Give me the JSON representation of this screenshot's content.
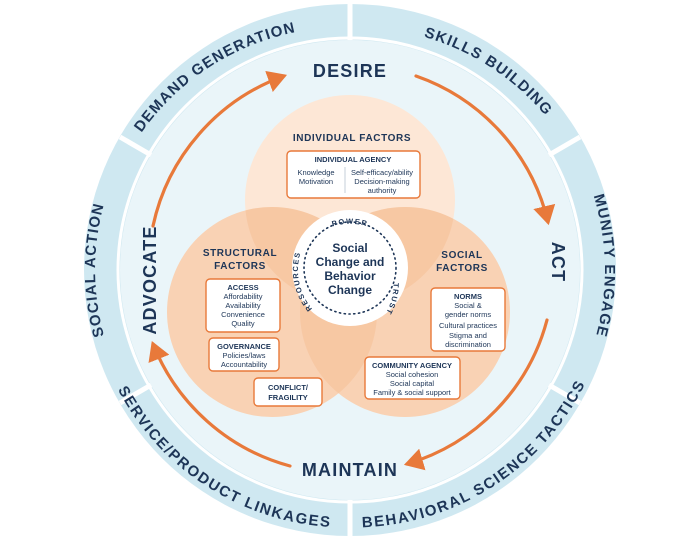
{
  "outer_ring": {
    "segments": [
      "DEMAND GENERATION",
      "SKILLS BUILDING",
      "COMMUNITY ENGAGEMENT",
      "BEHAVIORAL SCIENCE TACTICS",
      "SERVICE/PRODUCT LINKAGES",
      "SOCIAL ACTION"
    ]
  },
  "cycle": {
    "desire": "DESIRE",
    "act": "ACT",
    "maintain": "MAINTAIN",
    "advocate": "ADVOCATE"
  },
  "individual": {
    "title": "INDIVIDUAL FACTORS",
    "agency_title": "INDIVIDUAL AGENCY",
    "left_lines": [
      "Knowledge",
      "Motivation"
    ],
    "right_lines": [
      "Self-efficacy/ability",
      "Decision-making",
      "authority"
    ]
  },
  "structural": {
    "title_lines": [
      "STRUCTURAL",
      "FACTORS"
    ],
    "access_title": "ACCESS",
    "access_lines": [
      "Affordability",
      "Availability",
      "Convenience",
      "Quality"
    ],
    "governance_title": "GOVERNANCE",
    "governance_lines": [
      "Policies/laws",
      "Accountability"
    ],
    "conflict_lines": [
      "CONFLICT/",
      "FRAGILITY"
    ]
  },
  "social": {
    "title_lines": [
      "SOCIAL",
      "FACTORS"
    ],
    "norms_title": "NORMS",
    "norms_lines": [
      "Social &",
      "gender norms",
      "Cultural practices",
      "Stigma and",
      "discrimination"
    ],
    "community_title": "COMMUNITY AGENCY",
    "community_lines": [
      "Social cohesion",
      "Social capital",
      "Family & social support"
    ]
  },
  "center": {
    "title_lines": [
      "Social",
      "Change and",
      "Behavior",
      "Change"
    ],
    "power": "POWER",
    "trust": "TRUST",
    "resources": "RESOURCES"
  },
  "colors": {
    "navy": "#1d3557",
    "orange": "#e8793a",
    "light_blue": "#cfe8f1",
    "pale_blue": "#eaf5f9",
    "peach_light": "#fde7d6",
    "peach_mid": "#f9d2b4",
    "peach_dark": "#f5bf96"
  }
}
